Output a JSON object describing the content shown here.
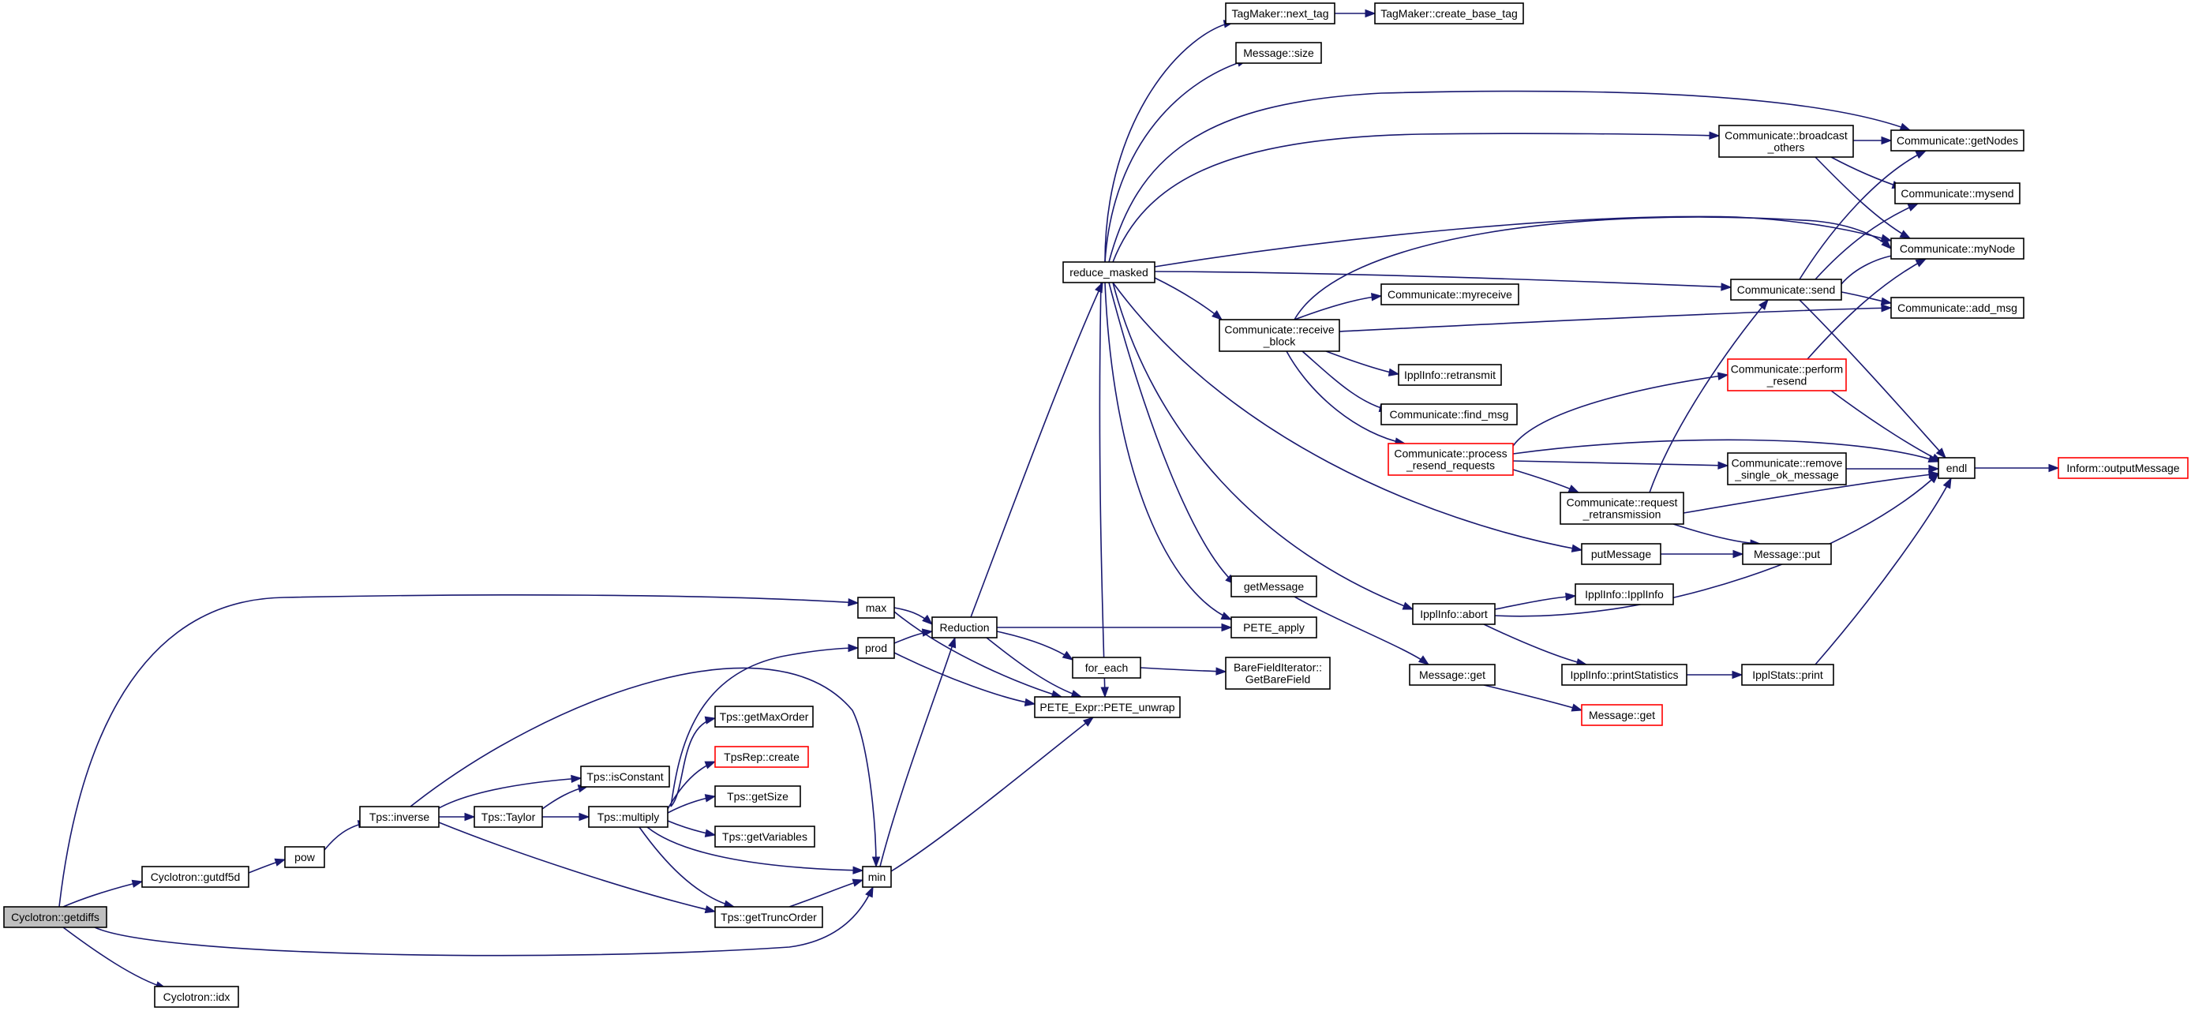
{
  "graph": {
    "colors": {
      "edge": "#191970",
      "node_border": "#000000",
      "truncated_border": "#ff0000",
      "root_fill": "#bfbfbf",
      "node_fill": "#ffffff"
    },
    "nodes": {
      "cyclotron-getdiffs": {
        "lines": [
          "Cyclotron::getdiffs"
        ],
        "root": true
      },
      "cyclotron-gutdf5d": {
        "lines": [
          "Cyclotron::gutdf5d"
        ]
      },
      "cyclotron-idx": {
        "lines": [
          "Cyclotron::idx"
        ]
      },
      "pow": {
        "lines": [
          "pow"
        ]
      },
      "tps-inverse": {
        "lines": [
          "Tps::inverse"
        ]
      },
      "tps-taylor": {
        "lines": [
          "Tps::Taylor"
        ]
      },
      "tps-isconstant": {
        "lines": [
          "Tps::isConstant"
        ]
      },
      "tps-multiply": {
        "lines": [
          "Tps::multiply"
        ]
      },
      "tps-getmaxorder": {
        "lines": [
          "Tps::getMaxOrder"
        ]
      },
      "tpsrep-create": {
        "lines": [
          "TpsRep::create"
        ],
        "truncated": true
      },
      "tps-getsize": {
        "lines": [
          "Tps::getSize"
        ]
      },
      "tps-getvariables": {
        "lines": [
          "Tps::getVariables"
        ]
      },
      "tps-gettruncorder": {
        "lines": [
          "Tps::getTruncOrder"
        ]
      },
      "min": {
        "lines": [
          "min"
        ]
      },
      "max": {
        "lines": [
          "max"
        ]
      },
      "prod": {
        "lines": [
          "prod"
        ]
      },
      "reduction": {
        "lines": [
          "Reduction"
        ]
      },
      "pete-unwrap": {
        "lines": [
          "PETE_Expr::PETE_unwrap"
        ]
      },
      "for-each": {
        "lines": [
          "for_each"
        ]
      },
      "barefielditerator-getbarefield": {
        "lines": [
          "BareFieldIterator::",
          "GetBareField"
        ]
      },
      "pete-apply": {
        "lines": [
          "PETE_apply"
        ]
      },
      "reduce-masked": {
        "lines": [
          "reduce_masked"
        ]
      },
      "tagmaker-next-tag": {
        "lines": [
          "TagMaker::next_tag"
        ]
      },
      "tagmaker-create-base-tag": {
        "lines": [
          "TagMaker::create_base_tag"
        ]
      },
      "message-size": {
        "lines": [
          "Message::size"
        ]
      },
      "communicate-broadcast-others": {
        "lines": [
          "Communicate::broadcast",
          "_others"
        ]
      },
      "communicate-getnodes": {
        "lines": [
          "Communicate::getNodes"
        ]
      },
      "communicate-mysend": {
        "lines": [
          "Communicate::mysend"
        ]
      },
      "communicate-mynode": {
        "lines": [
          "Communicate::myNode"
        ]
      },
      "communicate-send": {
        "lines": [
          "Communicate::send"
        ]
      },
      "communicate-add-msg": {
        "lines": [
          "Communicate::add_msg"
        ]
      },
      "communicate-receive-block": {
        "lines": [
          "Communicate::receive",
          "_block"
        ]
      },
      "communicate-myreceive": {
        "lines": [
          "Communicate::myreceive"
        ]
      },
      "ipplinfo-retransmit": {
        "lines": [
          "IpplInfo::retransmit"
        ]
      },
      "communicate-find-msg": {
        "lines": [
          "Communicate::find_msg"
        ]
      },
      "communicate-perform-resend": {
        "lines": [
          "Communicate::perform",
          "_resend"
        ],
        "truncated": true
      },
      "communicate-process-resend-requests": {
        "lines": [
          "Communicate::process",
          "_resend_requests"
        ],
        "truncated": true
      },
      "communicate-remove-single-ok-message": {
        "lines": [
          "Communicate::remove",
          "_single_ok_message"
        ]
      },
      "communicate-request-retransmission": {
        "lines": [
          "Communicate::request",
          "_retransmission"
        ]
      },
      "endl": {
        "lines": [
          "endl"
        ]
      },
      "inform-outputmessage": {
        "lines": [
          "Inform::outputMessage"
        ],
        "truncated": true
      },
      "putmessage": {
        "lines": [
          "putMessage"
        ]
      },
      "message-put": {
        "lines": [
          "Message::put"
        ]
      },
      "getmessage": {
        "lines": [
          "getMessage"
        ]
      },
      "ipplinfo-abort": {
        "lines": [
          "IpplInfo::abort"
        ]
      },
      "ipplinfo-ipplinfo": {
        "lines": [
          "IpplInfo::IpplInfo"
        ]
      },
      "ipplinfo-printstatistics": {
        "lines": [
          "IpplInfo::printStatistics"
        ]
      },
      "ipplstats-print": {
        "lines": [
          "IpplStats::print"
        ]
      },
      "message-get": {
        "lines": [
          "Message::get"
        ]
      },
      "message-get-truncated": {
        "lines": [
          "Message::get"
        ],
        "truncated": true
      }
    }
  }
}
